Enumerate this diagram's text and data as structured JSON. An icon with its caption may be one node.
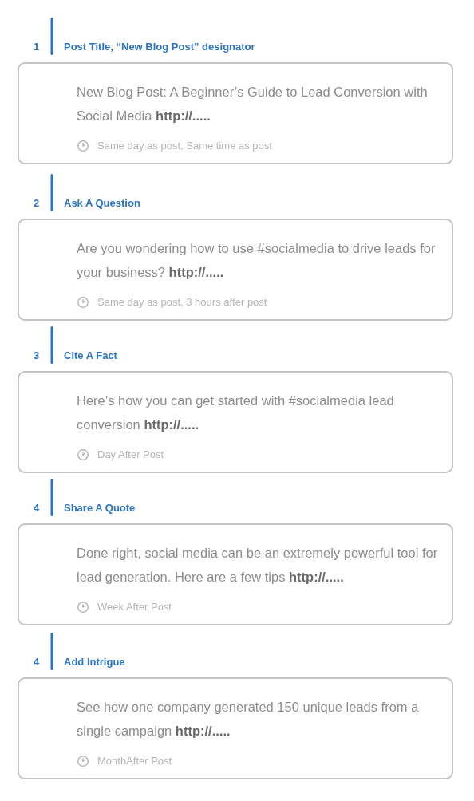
{
  "diagram": {
    "nodes": [
      {
        "text": [
          "Post Title, “New Blog Post” designator",
          "New Blog Post: A Beginner’s Guide to Lead Conversion with Social Media **http://.....**",
          "Same day as post, Same time as post"
        ],
        "beside": [
          "1"
        ]
      },
      {
        "text": [
          "Ask A Question",
          "Are you wondering how to use #socialmedia to drive leads for your business? **http://.....**",
          "Same day as post, 3 hours after post"
        ],
        "beside": [
          "2"
        ]
      },
      {
        "text": [
          "Cite A Fact",
          "Here’s how you can get started with #socialmedia lead conversion **http://.....**",
          "Day After Post"
        ],
        "beside": [
          "3"
        ]
      },
      {
        "text": [
          "Share A Quote",
          "Done right, social media can be an extremely powerful tool for lead generation. Here are a few tips **http://.....**",
          "Week After Post"
        ],
        "beside": [
          "4"
        ]
      },
      {
        "text": [
          "Add Intrigue",
          "See how one company generated 150 unique leads from a single campaign **http://.....**",
          "MonthAfter Post"
        ],
        "beside": [
          "4"
        ]
      }
    ]
  }
}
